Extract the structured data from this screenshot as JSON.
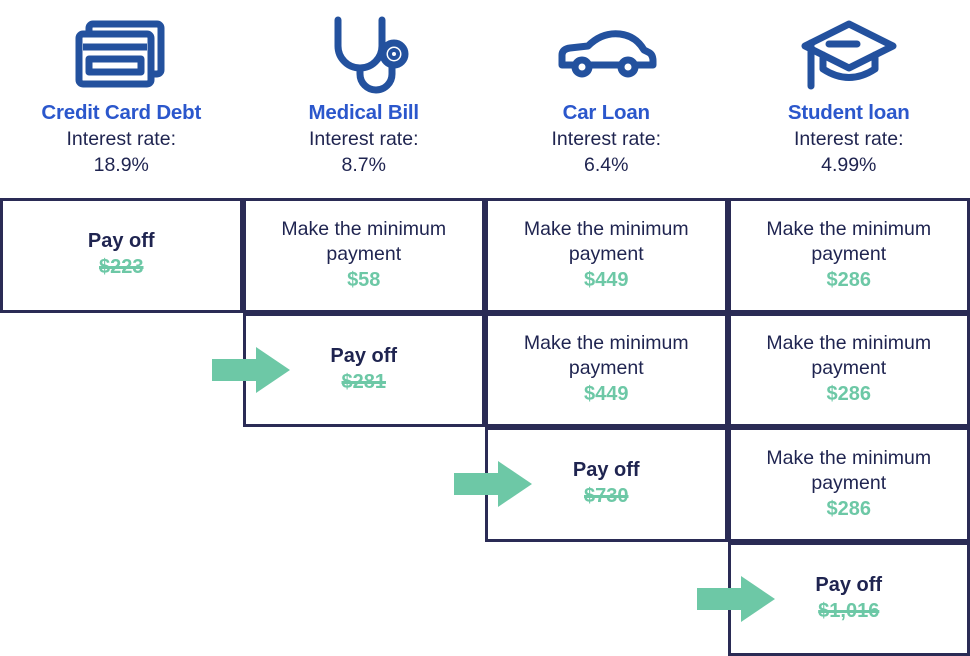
{
  "colors": {
    "title_blue": "#2B57CC",
    "text_navy": "#1F2450",
    "border_navy": "#2A2B55",
    "accent_green": "#6DC8A6",
    "background": "#FFFFFF"
  },
  "header": {
    "rate_label": "Interest rate:",
    "debts": [
      {
        "name": "Credit Card Debt",
        "icon": "credit-cards-icon",
        "interest_rate": "18.9%"
      },
      {
        "name": "Medical Bill",
        "icon": "stethoscope-icon",
        "interest_rate": "8.7%"
      },
      {
        "name": "Car Loan",
        "icon": "car-icon",
        "interest_rate": "6.4%"
      },
      {
        "name": "Student loan",
        "icon": "graduation-cap-icon",
        "interest_rate": "4.99%"
      }
    ]
  },
  "grid": {
    "columns": [
      "Credit Card Debt",
      "Medical Bill",
      "Car Loan",
      "Student loan"
    ],
    "actions": {
      "payoff": "Pay off",
      "minimum": "Make the minimum payment"
    },
    "rows": [
      {
        "index": 1,
        "arrow": null,
        "cells": [
          {
            "column": 0,
            "action": "Pay off",
            "amount": "$223",
            "struck": true,
            "payoff": true
          },
          {
            "column": 1,
            "action": "Make the minimum payment",
            "amount": "$58",
            "struck": false,
            "payoff": false
          },
          {
            "column": 2,
            "action": "Make the minimum payment",
            "amount": "$449",
            "struck": false,
            "payoff": false
          },
          {
            "column": 3,
            "action": "Make the minimum payment",
            "amount": "$286",
            "struck": false,
            "payoff": false
          }
        ]
      },
      {
        "index": 2,
        "arrow": "arrow-row-2",
        "cells": [
          {
            "column": 1,
            "action": "Pay off",
            "amount": "$281",
            "struck": true,
            "payoff": true
          },
          {
            "column": 2,
            "action": "Make the minimum payment",
            "amount": "$449",
            "struck": false,
            "payoff": false
          },
          {
            "column": 3,
            "action": "Make the minimum payment",
            "amount": "$286",
            "struck": false,
            "payoff": false
          }
        ]
      },
      {
        "index": 3,
        "arrow": "arrow-row-3",
        "cells": [
          {
            "column": 2,
            "action": "Pay off",
            "amount": "$730",
            "struck": true,
            "payoff": true
          },
          {
            "column": 3,
            "action": "Make the minimum payment",
            "amount": "$286",
            "struck": false,
            "payoff": false
          }
        ]
      },
      {
        "index": 4,
        "arrow": "arrow-row-4",
        "cells": [
          {
            "column": 3,
            "action": "Pay off",
            "amount": "$1,016",
            "struck": true,
            "payoff": true
          }
        ]
      }
    ]
  }
}
